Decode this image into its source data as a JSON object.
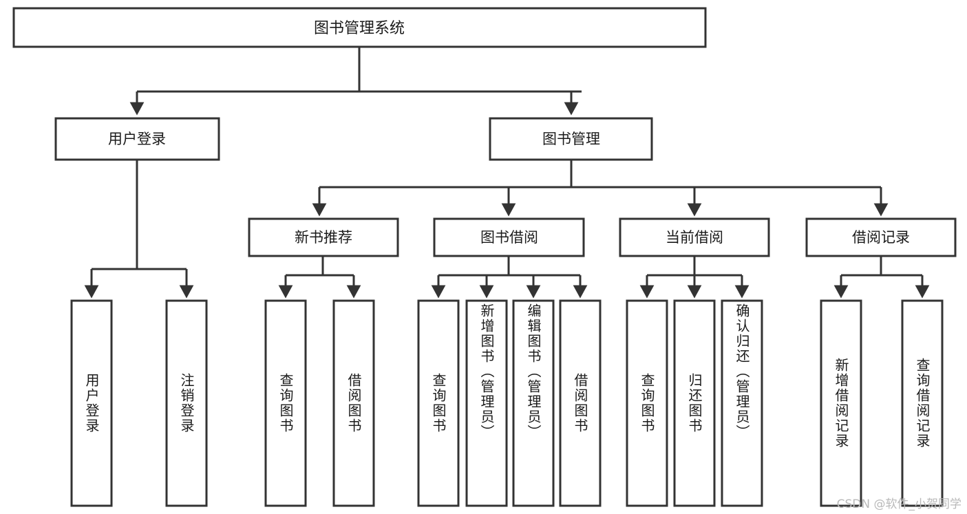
{
  "diagram": {
    "title": "图书管理系统",
    "type": "tree-hierarchy",
    "root": {
      "label": "图书管理系统"
    },
    "level2": [
      {
        "label": "用户登录"
      },
      {
        "label": "图书管理"
      }
    ],
    "level3": [
      {
        "label": "新书推荐",
        "parent": "图书管理"
      },
      {
        "label": "图书借阅",
        "parent": "图书管理"
      },
      {
        "label": "当前借阅",
        "parent": "图书管理"
      },
      {
        "label": "借阅记录",
        "parent": "图书管理"
      }
    ],
    "leaves": {
      "user_login": [
        {
          "label": "用户登录"
        },
        {
          "label": "注销登录"
        }
      ],
      "new_book_recommend": [
        {
          "label": "查询图书"
        },
        {
          "label": "借阅图书"
        }
      ],
      "book_borrow": [
        {
          "label": "查询图书"
        },
        {
          "label": "新增图书（管理员）"
        },
        {
          "label": "编辑图书（管理员）"
        },
        {
          "label": "借阅图书"
        }
      ],
      "current_borrow": [
        {
          "label": "查询图书"
        },
        {
          "label": "归还图书"
        },
        {
          "label": "确认归还（管理员）"
        }
      ],
      "borrow_record": [
        {
          "label": "新增借阅记录"
        },
        {
          "label": "查询借阅记录"
        }
      ]
    }
  },
  "watermark": {
    "text": "CSDN @软件_小贺同学"
  },
  "colors": {
    "stroke": "#333333",
    "fill": "#ffffff",
    "text": "#1a1a1a",
    "watermark": "#b9b9b9"
  }
}
